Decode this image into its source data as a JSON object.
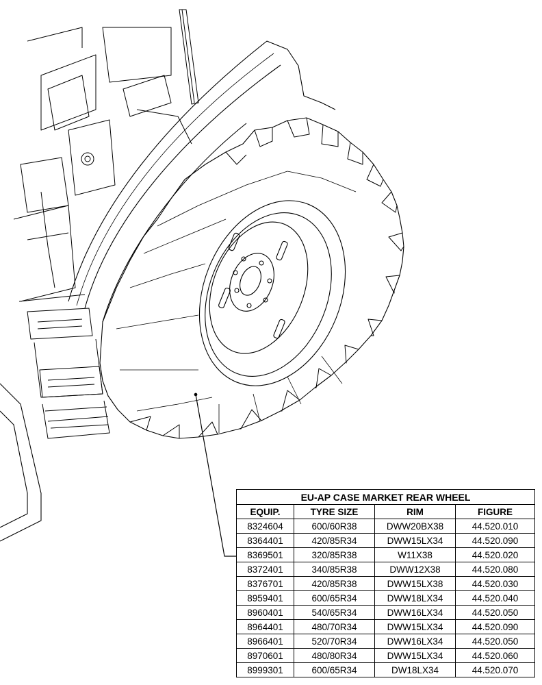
{
  "table": {
    "title": "EU-AP CASE MARKET REAR WHEEL",
    "headers": [
      "EQUIP.",
      "TYRE SIZE",
      "RIM",
      "FIGURE"
    ],
    "rows": [
      [
        "8324604",
        "600/60R38",
        "DWW20BX38",
        "44.520.010"
      ],
      [
        "8364401",
        "420/85R34",
        "DWW15LX34",
        "44.520.090"
      ],
      [
        "8369501",
        "320/85R38",
        "W11X38",
        "44.520.020"
      ],
      [
        "8372401",
        "340/85R38",
        "DWW12X38",
        "44.520.080"
      ],
      [
        "8376701",
        "420/85R38",
        "DWW15LX38",
        "44.520.030"
      ],
      [
        "8959401",
        "600/65R34",
        "DWW18LX34",
        "44.520.040"
      ],
      [
        "8960401",
        "540/65R34",
        "DWW16LX34",
        "44.520.050"
      ],
      [
        "8964401",
        "480/70R34",
        "DWW15LX34",
        "44.520.090"
      ],
      [
        "8966401",
        "520/70R34",
        "DWW16LX34",
        "44.520.050"
      ],
      [
        "8970601",
        "480/80R34",
        "DWW15LX34",
        "44.520.060"
      ],
      [
        "8999301",
        "600/65R34",
        "DW18LX34",
        "44.520.070"
      ]
    ]
  },
  "colors": {
    "line": "#000000",
    "background": "#ffffff"
  }
}
